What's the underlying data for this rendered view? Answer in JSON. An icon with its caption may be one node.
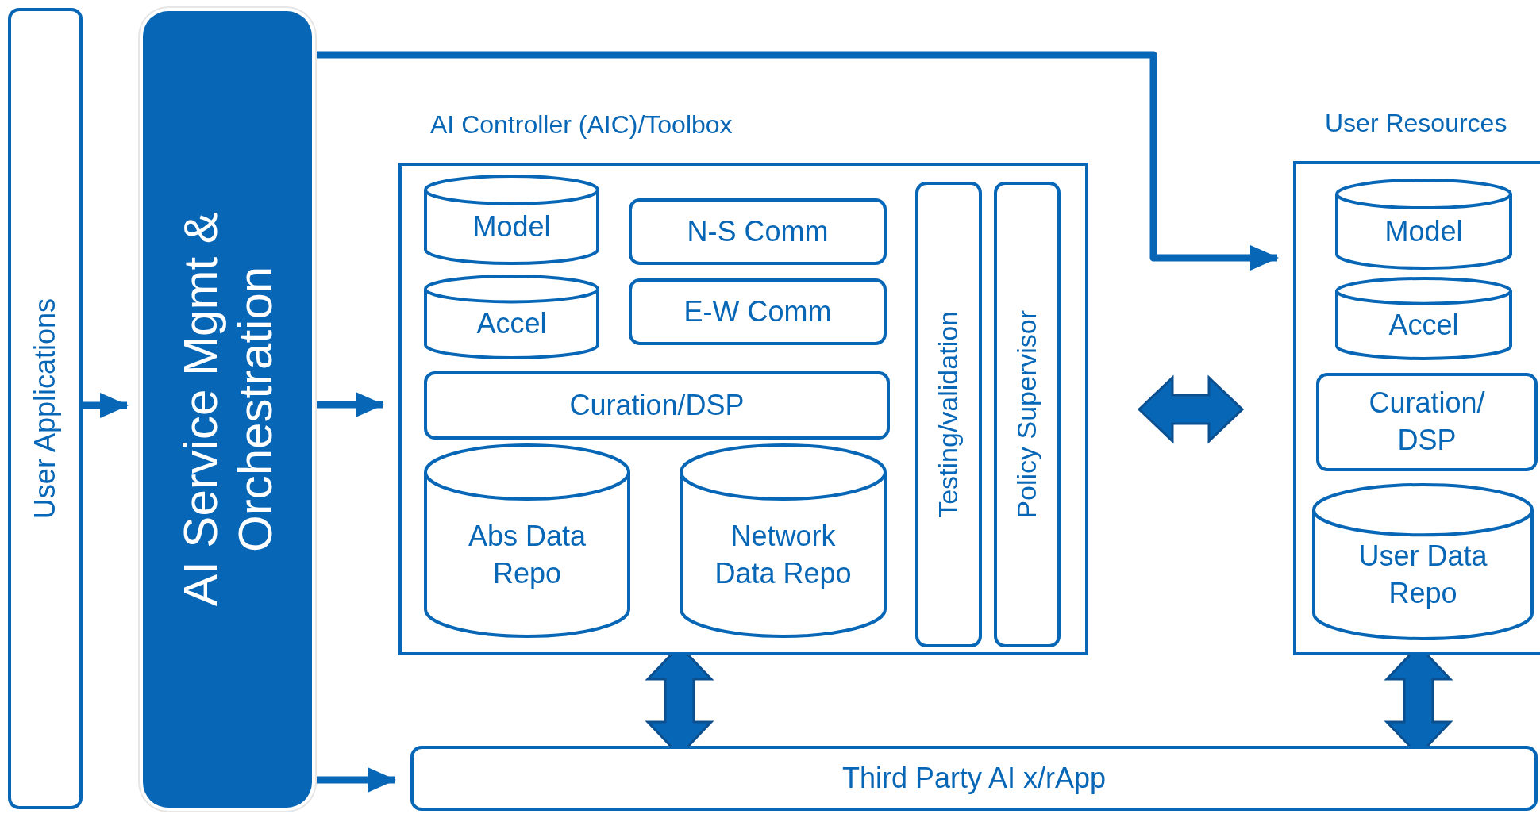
{
  "diagram": {
    "nodes": [
      {
        "text": [
          "User Applications"
        ]
      },
      {
        "text": [
          "AI Service Mgmt & Orchestration"
        ]
      },
      {
        "text": [
          "AI Controller (AIC)/Toolbox"
        ]
      },
      {
        "text": [
          "Model"
        ],
        "in": 2
      },
      {
        "text": [
          "N-S Comm"
        ],
        "in": 2
      },
      {
        "text": [
          "Accel"
        ],
        "in": 2
      },
      {
        "text": [
          "E-W Comm"
        ],
        "in": 2
      },
      {
        "text": [
          "Curation/DSP"
        ],
        "in": 2
      },
      {
        "text": [
          "Abs Data Repo"
        ],
        "in": 2
      },
      {
        "text": [
          "Network Data Repo"
        ],
        "in": 2
      },
      {
        "text": [
          "Testing/validation"
        ],
        "in": 2
      },
      {
        "text": [
          "Policy Supervisor"
        ],
        "in": 2
      },
      {
        "text": [
          "User Resources"
        ]
      },
      {
        "text": [
          "Model"
        ],
        "in": 12
      },
      {
        "text": [
          "Accel"
        ],
        "in": 12
      },
      {
        "text": [
          "Curation/ DSP"
        ],
        "in": 12
      },
      {
        "text": [
          "User Data Repo"
        ],
        "in": 12
      },
      {
        "text": [
          "Third Party AI x/rApp"
        ]
      }
    ],
    "edges": [
      {
        "from": 0,
        "to": 1,
        "arrow": "to"
      },
      {
        "from": 1,
        "to": 2,
        "arrow": "to"
      },
      {
        "from": 1,
        "to": 12,
        "arrow": "to"
      },
      {
        "from": 1,
        "to": 17,
        "arrow": "to"
      },
      {
        "from": 2,
        "to": 12,
        "arrow": "both",
        "style": "thick"
      },
      {
        "from": 2,
        "to": 17,
        "arrow": "both",
        "style": "thick"
      },
      {
        "from": 12,
        "to": 17,
        "arrow": "both",
        "style": "thick"
      }
    ]
  }
}
